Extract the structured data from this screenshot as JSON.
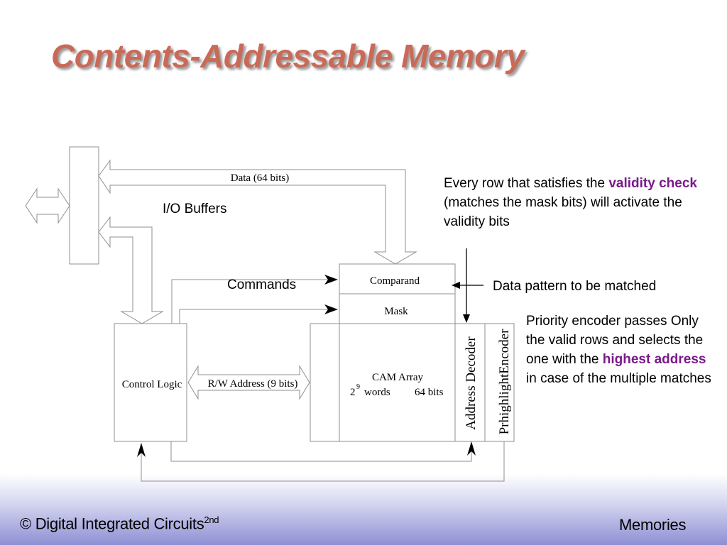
{
  "slide": {
    "title": "Contents-Addressable Memory"
  },
  "diagram": {
    "data_bus_label": "Data (64 bits)",
    "io_buffers_label": "I/O Buffers",
    "commands_label": "Commands",
    "comparand_label": "Comparand",
    "mask_label": "Mask",
    "control_logic_label": "Control Logic",
    "rw_address_label": "R/W Address (9 bits)",
    "cam_array_label": "CAM Array",
    "cam_words_base": "2",
    "cam_words_exp": "9",
    "cam_words_label": "words",
    "cam_bits_label": "64 bits",
    "address_decoder_label": "Address Decoder",
    "priority_encoder_label": "PrhighlightEncoder"
  },
  "notes": {
    "validity_pre": "Every row that satisfies the ",
    "validity_highlight": "validity check",
    "validity_post": " (matches the mask bits) will activate the validity bits",
    "data_pattern": "Data pattern to be matched",
    "priority_pre": "Priority encoder passes Only the valid rows and selects the one with the ",
    "priority_highlight": "highest address",
    "priority_post": " in case of the multiple matches"
  },
  "footer": {
    "left_text": "© Digital Integrated Circuits",
    "left_sup": "2nd",
    "right_text": "Memories"
  },
  "colors": {
    "title": "#c96a58",
    "highlight": "#7a1a8a",
    "footer_gradient_end": "#8e8fd4"
  }
}
